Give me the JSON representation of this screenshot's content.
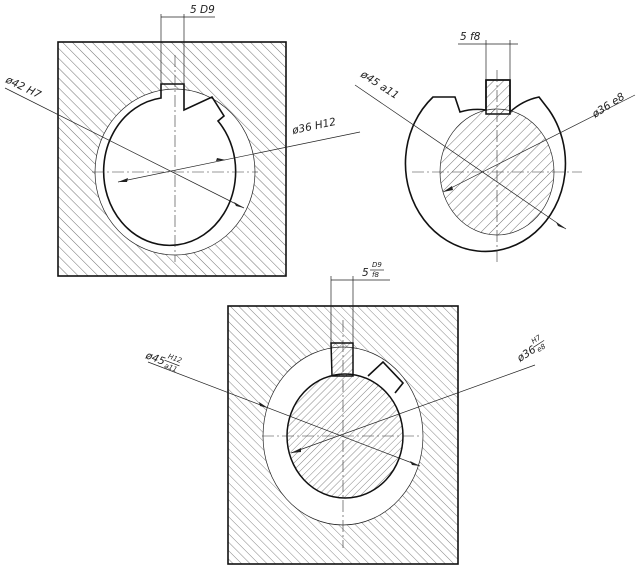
{
  "figure_1": {
    "label_key_width": "5 D9",
    "label_outer_dia": "ø42 H7",
    "label_inner_dia": "ø36 H12"
  },
  "figure_2": {
    "label_key_width": "5 f8",
    "label_outer_dia": "ø45 a11",
    "label_inner_dia": "ø36 e8"
  },
  "figure_3": {
    "label_key_width_base": "5",
    "label_key_width_upper": "D9",
    "label_key_width_lower": "f8",
    "label_outer_dia_base": "ø45",
    "label_outer_dia_upper": "H12",
    "label_outer_dia_lower": "a11",
    "label_inner_dia_base": "ø36",
    "label_inner_dia_upper": "H7",
    "label_inner_dia_lower": "e8"
  },
  "colors": {
    "line": "#111111",
    "paper": "#ffffff"
  }
}
